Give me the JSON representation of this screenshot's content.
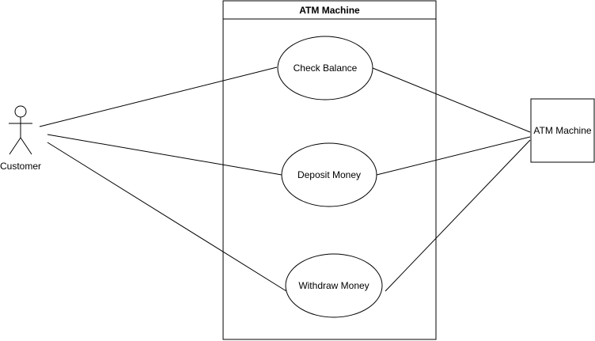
{
  "system": {
    "title": "ATM Machine"
  },
  "actors": {
    "customer": {
      "label": "Customer"
    },
    "atm": {
      "label": "ATM Machine"
    }
  },
  "use_cases": [
    {
      "label": "Check Balance"
    },
    {
      "label": "Deposit Money"
    },
    {
      "label": "Withdraw Money"
    }
  ],
  "colors": {
    "stroke": "#000000",
    "fill": "#ffffff"
  }
}
